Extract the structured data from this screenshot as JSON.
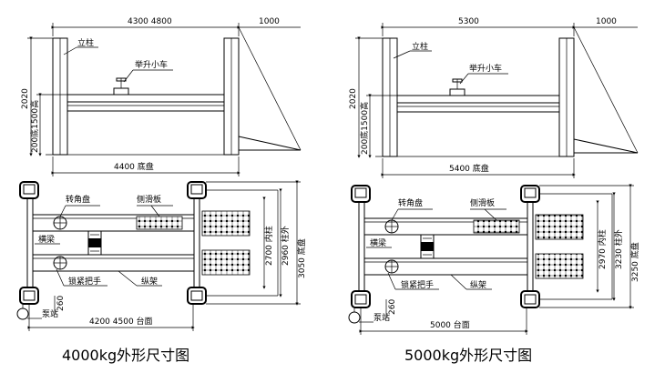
{
  "left": {
    "dim_top": "4300  4800",
    "dim_top_right": "1000",
    "label_column": "立柱",
    "label_trolley": "举升小车",
    "dim_height": "2020",
    "dim_height2": "200底1500高",
    "dim_base": "4400  底盘",
    "label_turntable": "转角盘",
    "label_sideslip": "侧滑板",
    "label_crossbeam": "横梁",
    "label_lock": "锁紧把手",
    "label_longbeam": "纵架",
    "label_pump": "泵站",
    "dim_260": "260",
    "dim_bottom": "4200  4500 台面",
    "dim_inner": "2700 内柱",
    "dim_outer": "2960 柱外",
    "dim_chassis": "3050 底盘",
    "caption": "4000kg外形尺寸图"
  },
  "right": {
    "dim_top": "5300",
    "dim_top_right": "1000",
    "label_column": "立柱",
    "label_trolley": "举升小车",
    "dim_height": "2020",
    "dim_height2": "200底1500高",
    "dim_base": "5400  底盘",
    "label_turntable": "转角盘",
    "label_sideslip": "侧滑板",
    "label_crossbeam": "横梁",
    "label_lock": "锁紧把手",
    "label_longbeam": "纵架",
    "label_pump": "泵站",
    "dim_260": "260",
    "dim_bottom": "5000  台面",
    "dim_inner": "2970 内柱",
    "dim_outer": "3230 柱外",
    "dim_chassis": "3250 底盘",
    "caption": "5000kg外形尺寸图"
  }
}
